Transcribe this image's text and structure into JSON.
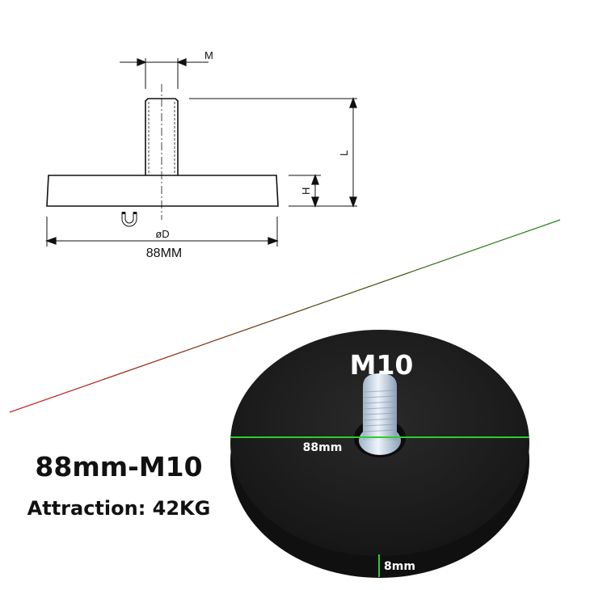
{
  "drawing": {
    "thread_label": "M",
    "length_label": "L",
    "height_label": "H",
    "diameter_label": "øD",
    "diameter_value": "88MM"
  },
  "photo": {
    "thread_size": "M10",
    "diameter": "88mm",
    "thickness": "8mm",
    "measure_color": "#2ecc2e"
  },
  "product": {
    "model": "88mm-M10",
    "attraction": "Attraction: 42KG"
  },
  "divider": {
    "start_color": "#d01818",
    "end_color": "#1c8a1c"
  }
}
